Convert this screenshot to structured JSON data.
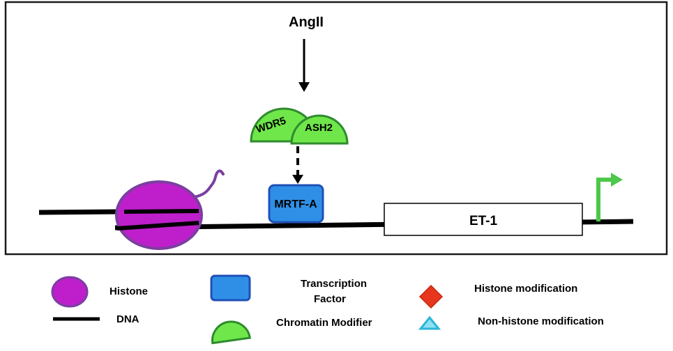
{
  "diagram": {
    "stimulus": "AngII",
    "modifier_left": "WDR5",
    "modifier_right": "ASH2",
    "transcription_factor": "MRTF-A",
    "gene": "ET-1"
  },
  "legend": {
    "histone": "Histone",
    "dna": "DNA",
    "transcription_factor_line1": "Transcription",
    "transcription_factor_line2": "Factor",
    "chromatin_modifier": "Chromatin Modifier",
    "histone_modification": "Histone modification",
    "non_histone_modification": "Non-histone modification"
  },
  "colors": {
    "histone": "#BE1FCB",
    "histone_tail": "#7B3FA0",
    "transcription_factor": "#2F8FE6",
    "chromatin_modifier": "#6FE64A",
    "tss_arrow": "#4CC84A",
    "histone_modification": "#E8361E",
    "non_histone_modification": "#2BB5D8"
  }
}
